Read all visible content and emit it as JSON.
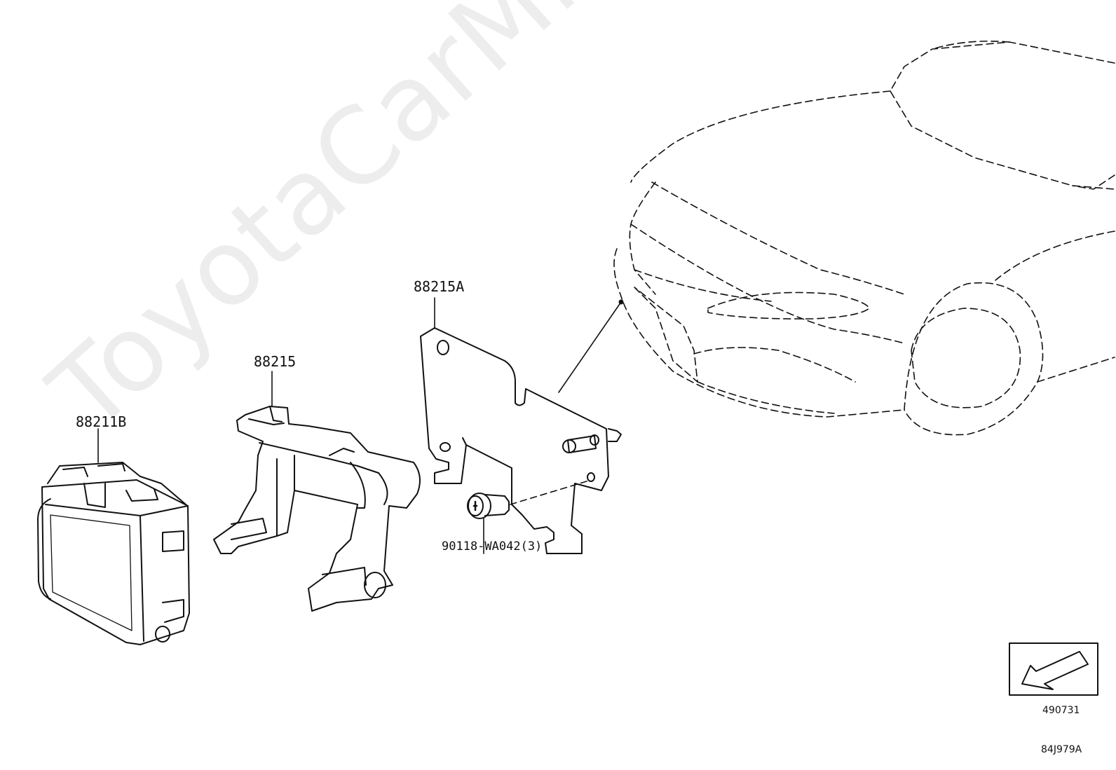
{
  "callouts": {
    "ecu": "88211B",
    "holder": "88215",
    "bracket": "88215A",
    "screw": "90118-WA042(3)"
  },
  "footer": {
    "orientation_code": "490731",
    "diagram_code": "84J979A"
  },
  "watermark": "ToyotaCarMine.ru",
  "icons": {
    "orientation": "front-direction-arrow-icon"
  }
}
